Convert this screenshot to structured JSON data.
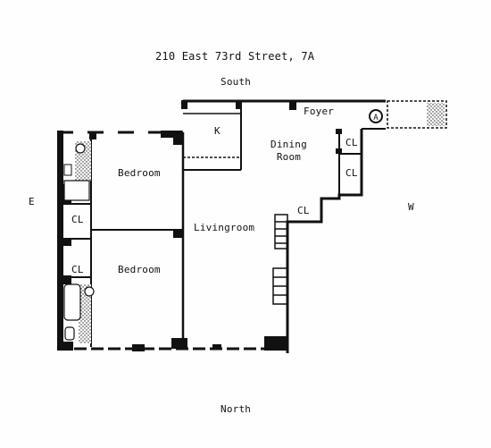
{
  "title": "210 East 73rd Street, 7A",
  "directions": {
    "south": "South",
    "north": "North",
    "east": "E",
    "west": "W"
  },
  "rooms": {
    "foyer": "Foyer",
    "kitchen": "K",
    "dining": "Dining\nRoom",
    "bedroom_top": "Bedroom",
    "bedroom_bottom": "Bedroom",
    "living": "Livingroom",
    "cl_east_upper": "CL",
    "cl_east_lower": "CL",
    "cl_dining_1": "CL",
    "cl_dining_2": "CL",
    "cl_living": "CL"
  },
  "marker": "A",
  "colors": {
    "wall": "#111111",
    "paper": "#fefefe",
    "ink": "#111111"
  }
}
